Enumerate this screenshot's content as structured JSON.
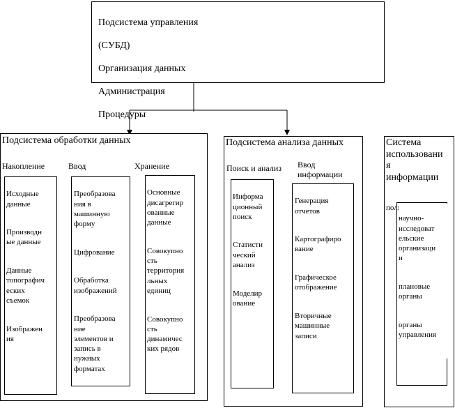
{
  "top_box": {
    "lines": [
      "Подсистема управления",
      "(СУБД)",
      "Организация данных",
      "Администрация",
      "Процедуры"
    ]
  },
  "processing": {
    "title": "Подсистема обработки данных",
    "accumulation": {
      "header": "Накопление",
      "items": [
        "Исходные\nданные",
        "Производн\nые данные",
        "Данные\nтопографич\nеских\nсъемок",
        "Изображен\nия"
      ]
    },
    "input": {
      "header": "Ввод",
      "items": [
        "Преобразова\nния в\nмашинную\nформу",
        "Цифрование",
        "Обработка\nизображений",
        "Преобразова\nние\nэлементов и\nзапись в\nнужных\nформатах"
      ]
    },
    "storage": {
      "header": "Хранение",
      "items": [
        "Основные\nдисагрегир\nованные\nданные",
        "Совокупно\nсть\nтерритория\nльных\nединиц",
        "Совокупно\nсть\nдинамичес\nких рядов"
      ]
    }
  },
  "analysis": {
    "title": "Подсистема анализа данных",
    "search": {
      "header": "Поиск и анализ",
      "items": [
        "Информа\nционный\nпоиск",
        "Статисти\nческий\nанализ",
        "Моделир\nование"
      ]
    },
    "info_input": {
      "header": "Ввод\nинформации",
      "items": [
        "Генерация\nотчетов",
        "Картографиро\nвание",
        "Графическое\nотображение",
        "Вторичные\nмашинные\nзаписи"
      ]
    }
  },
  "usage": {
    "title": "Система\nиспользовани\nя\nинформации",
    "overlap_label": "пользователь",
    "items": [
      "научно-\nисследоват\nельские\nорганизаци\nи",
      "плановые\nорганы",
      "органы\nуправления"
    ]
  }
}
